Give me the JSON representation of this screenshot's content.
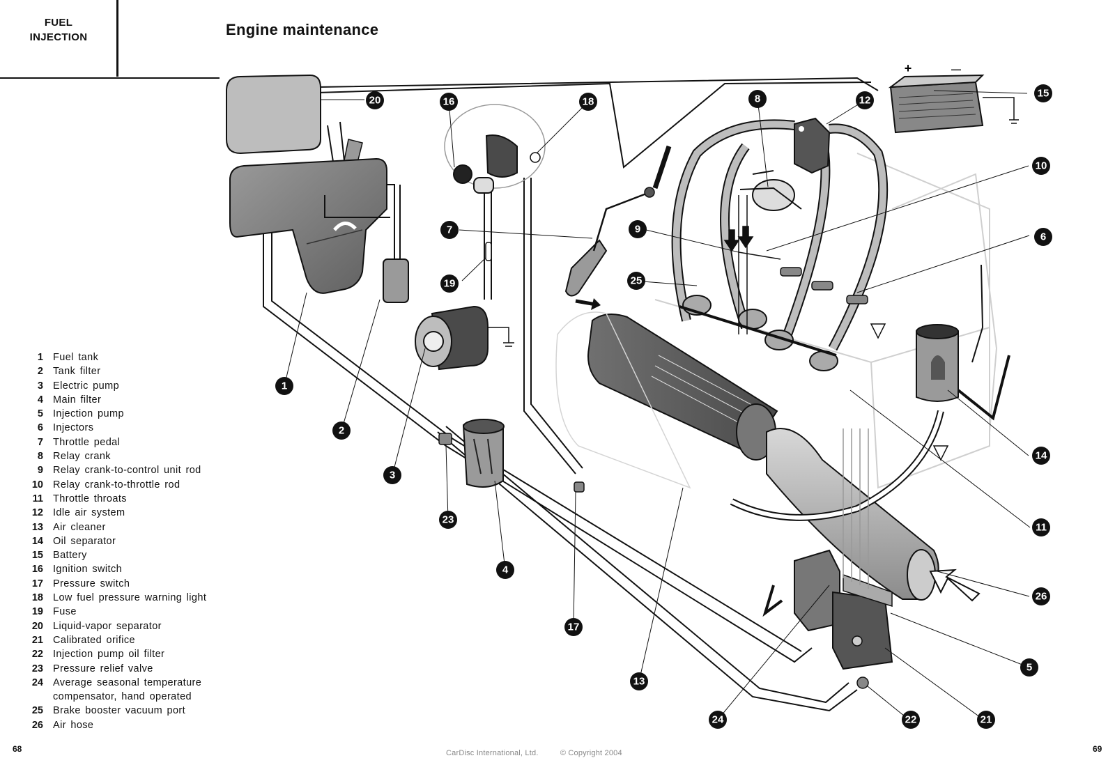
{
  "section": {
    "line1": "FUEL",
    "line2": "INJECTION"
  },
  "page_title": "Engine maintenance",
  "legend": [
    {
      "num": "1",
      "label": "Fuel tank"
    },
    {
      "num": "2",
      "label": "Tank filter"
    },
    {
      "num": "3",
      "label": "Electric pump"
    },
    {
      "num": "4",
      "label": "Main filter"
    },
    {
      "num": "5",
      "label": "Injection pump"
    },
    {
      "num": "6",
      "label": "Injectors"
    },
    {
      "num": "7",
      "label": "Throttle pedal"
    },
    {
      "num": "8",
      "label": "Relay crank"
    },
    {
      "num": "9",
      "label": "Relay crank-to-control unit rod"
    },
    {
      "num": "10",
      "label": "Relay crank-to-throttle rod"
    },
    {
      "num": "11",
      "label": "Throttle throats"
    },
    {
      "num": "12",
      "label": "Idle air system"
    },
    {
      "num": "13",
      "label": "Air cleaner"
    },
    {
      "num": "14",
      "label": "Oil separator"
    },
    {
      "num": "15",
      "label": "Battery"
    },
    {
      "num": "16",
      "label": "Ignition switch"
    },
    {
      "num": "17",
      "label": "Pressure switch"
    },
    {
      "num": "18",
      "label": "Low fuel pressure warning light"
    },
    {
      "num": "19",
      "label": "Fuse"
    },
    {
      "num": "20",
      "label": "Liquid-vapor separator"
    },
    {
      "num": "21",
      "label": "Calibrated orifice"
    },
    {
      "num": "22",
      "label": "Injection pump oil filter"
    },
    {
      "num": "23",
      "label": "Pressure relief valve"
    },
    {
      "num": "24",
      "label": "Average seasonal temperature",
      "label2": "compensator, hand operated"
    },
    {
      "num": "25",
      "label": "Brake booster vacuum port"
    },
    {
      "num": "26",
      "label": "Air hose"
    }
  ],
  "callouts": [
    "1",
    "2",
    "3",
    "4",
    "5",
    "6",
    "7",
    "8",
    "9",
    "10",
    "11",
    "12",
    "13",
    "14",
    "15",
    "16",
    "17",
    "18",
    "19",
    "20",
    "21",
    "22",
    "23",
    "24",
    "25",
    "26"
  ],
  "battery_plus": "+",
  "battery_minus": "—",
  "page_left": "68",
  "page_right": "69",
  "footer": {
    "company": "CarDisc International, Ltd.",
    "copyright": "© Copyright 2004"
  },
  "colors": {
    "ink": "#111111",
    "component_fill": "#8a8a8a",
    "tube_fill": "#bdbdbd",
    "paper": "#ffffff"
  }
}
